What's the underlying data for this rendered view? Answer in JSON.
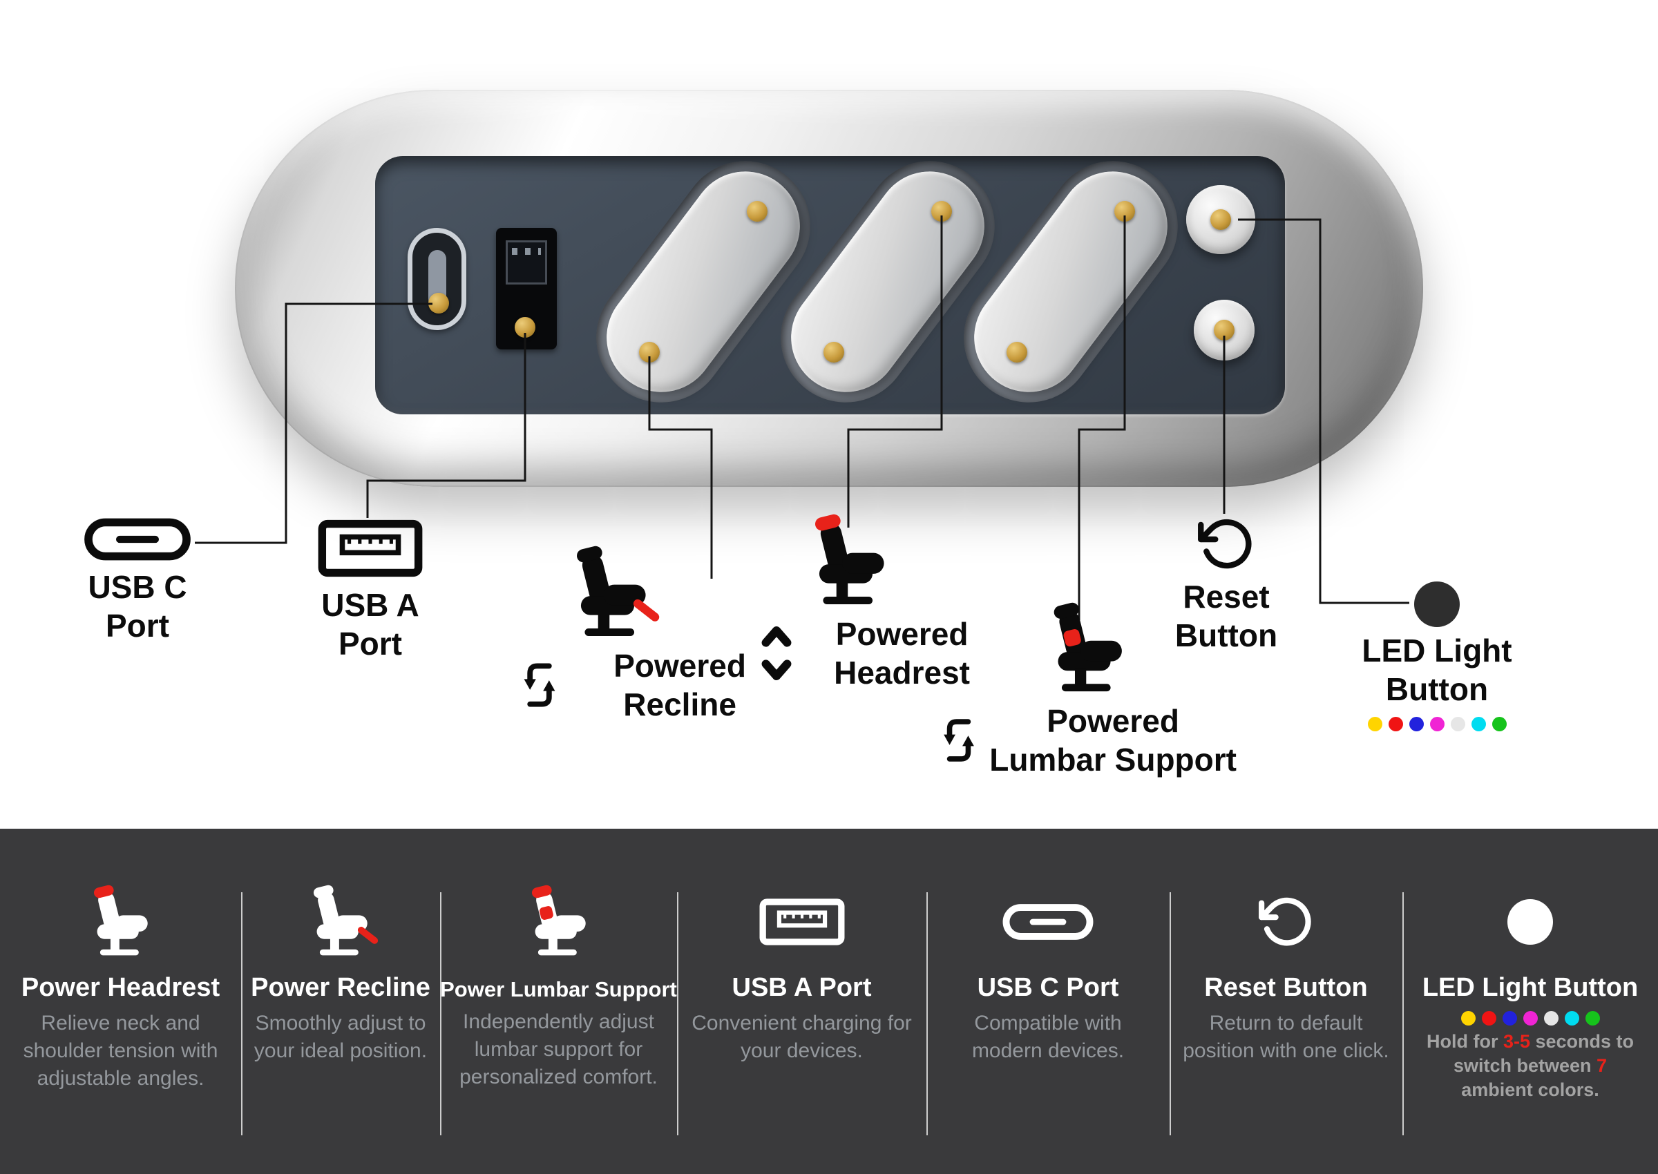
{
  "colors": {
    "accent_red": "#e8221a",
    "gold_screw": "#c79a3b",
    "panel_dark": "#3e4854",
    "bottom_background": "#3a3a3c"
  },
  "led": {
    "colors": [
      "#ffd400",
      "#f01414",
      "#2222dd",
      "#f024d4",
      "#e6e6e6",
      "#00dcf0",
      "#16c31c"
    ]
  },
  "callouts": {
    "usb_c": {
      "line1": "USB C",
      "line2": "Port"
    },
    "usb_a": {
      "line1": "USB A",
      "line2": "Port"
    },
    "recline": {
      "line1": "Powered",
      "line2": "Recline"
    },
    "headrest": {
      "line1": "Powered",
      "line2": "Headrest"
    },
    "lumbar": {
      "line1": "Powered",
      "line2": "Lumbar Support"
    },
    "reset": {
      "line1": "Reset",
      "line2": "Button"
    },
    "led": {
      "line1": "LED Light",
      "line2": "Button"
    }
  },
  "bottom": {
    "columns": [
      {
        "title": "Power Headrest",
        "body": "Relieve neck and shoulder tension with adjustable angles."
      },
      {
        "title": "Power Recline",
        "body": "Smoothly adjust to your ideal position."
      },
      {
        "title": "Power Lumbar Support",
        "body": "Independently adjust lumbar support for personalized comfort."
      },
      {
        "title": "USB A Port",
        "body": "Convenient charging for your devices."
      },
      {
        "title": "USB C Port",
        "body": "Compatible with modern devices."
      },
      {
        "title": "Reset Button",
        "body": "Return to default position with one click."
      },
      {
        "title": "LED Light Button",
        "body_parts": [
          "Hold for ",
          "3-5",
          " seconds to switch between ",
          "7",
          " ambient colors."
        ]
      }
    ]
  }
}
